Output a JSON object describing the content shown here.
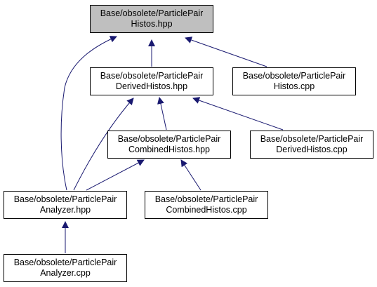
{
  "colors": {
    "edge": "#191970",
    "root_fill": "#bfbfbf",
    "node_fill": "#ffffff",
    "border": "#000000"
  },
  "nodes": {
    "root": {
      "line1": "Base/obsolete/ParticlePair",
      "line2": "Histos.hpp"
    },
    "derived_hpp": {
      "line1": "Base/obsolete/ParticlePair",
      "line2": "DerivedHistos.hpp"
    },
    "histos_cpp": {
      "line1": "Base/obsolete/ParticlePair",
      "line2": "Histos.cpp"
    },
    "combined_hpp": {
      "line1": "Base/obsolete/ParticlePair",
      "line2": "CombinedHistos.hpp"
    },
    "derived_cpp": {
      "line1": "Base/obsolete/ParticlePair",
      "line2": "DerivedHistos.cpp"
    },
    "analyzer_hpp": {
      "line1": "Base/obsolete/ParticlePair",
      "line2": "Analyzer.hpp"
    },
    "combined_cpp": {
      "line1": "Base/obsolete/ParticlePair",
      "line2": "CombinedHistos.cpp"
    },
    "analyzer_cpp": {
      "line1": "Base/obsolete/ParticlePair",
      "line2": "Analyzer.cpp"
    }
  },
  "edges": [
    {
      "from": "derived_hpp",
      "to": "root"
    },
    {
      "from": "histos_cpp",
      "to": "root"
    },
    {
      "from": "analyzer_hpp",
      "to": "root"
    },
    {
      "from": "combined_hpp",
      "to": "derived_hpp"
    },
    {
      "from": "derived_cpp",
      "to": "derived_hpp"
    },
    {
      "from": "analyzer_hpp",
      "to": "derived_hpp"
    },
    {
      "from": "analyzer_hpp",
      "to": "combined_hpp"
    },
    {
      "from": "combined_cpp",
      "to": "combined_hpp"
    },
    {
      "from": "analyzer_cpp",
      "to": "analyzer_hpp"
    }
  ]
}
